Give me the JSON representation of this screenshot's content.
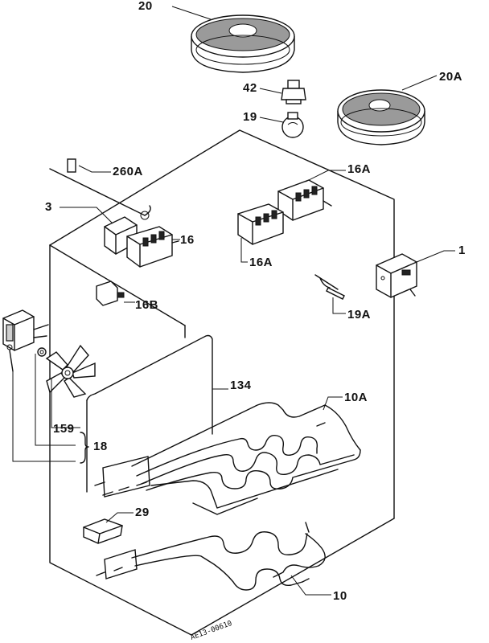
{
  "labels": {
    "p20": "20",
    "p20a": "20A",
    "p42": "42",
    "p19": "19",
    "p260a": "260A",
    "p16a_top": "16A",
    "p3": "3",
    "p16": "16",
    "p16a_mid": "16A",
    "p1": "1",
    "p16b": "16B",
    "p19a": "19A",
    "p134": "134",
    "p10a": "10A",
    "p159": "159",
    "p18": "18",
    "p29": "29",
    "p10": "10"
  },
  "drawing_code": "AE13-00610"
}
